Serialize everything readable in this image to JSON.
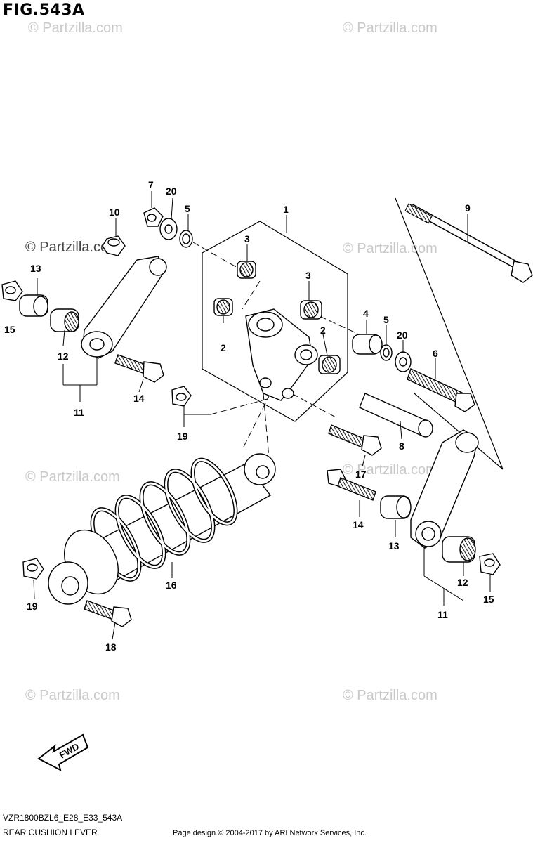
{
  "header": {
    "figure_title": "FIG.543A"
  },
  "footer": {
    "model_code": "VZR1800BZL6_E28_E33_543A",
    "section_name": "REAR CUSHION LEVER",
    "copyright": "Page design © 2004-2017 by ARI Network Services, Inc."
  },
  "watermark": {
    "text": "© Partzilla.com"
  },
  "direction_arrow": {
    "label": "FWD"
  },
  "callouts": [
    {
      "id": "1",
      "label": "1"
    },
    {
      "id": "2a",
      "label": "2"
    },
    {
      "id": "2b",
      "label": "2"
    },
    {
      "id": "3a",
      "label": "3"
    },
    {
      "id": "3b",
      "label": "3"
    },
    {
      "id": "4",
      "label": "4"
    },
    {
      "id": "5a",
      "label": "5"
    },
    {
      "id": "5b",
      "label": "5"
    },
    {
      "id": "6",
      "label": "6"
    },
    {
      "id": "7",
      "label": "7"
    },
    {
      "id": "8",
      "label": "8"
    },
    {
      "id": "9",
      "label": "9"
    },
    {
      "id": "10",
      "label": "10"
    },
    {
      "id": "11a",
      "label": "11"
    },
    {
      "id": "11b",
      "label": "11"
    },
    {
      "id": "12a",
      "label": "12"
    },
    {
      "id": "12b",
      "label": "12"
    },
    {
      "id": "13a",
      "label": "13"
    },
    {
      "id": "13b",
      "label": "13"
    },
    {
      "id": "14a",
      "label": "14"
    },
    {
      "id": "14b",
      "label": "14"
    },
    {
      "id": "15a",
      "label": "15"
    },
    {
      "id": "15b",
      "label": "15"
    },
    {
      "id": "16",
      "label": "16"
    },
    {
      "id": "17",
      "label": "17"
    },
    {
      "id": "18",
      "label": "18"
    },
    {
      "id": "19a",
      "label": "19"
    },
    {
      "id": "19b",
      "label": "19"
    },
    {
      "id": "20a",
      "label": "20"
    },
    {
      "id": "20b",
      "label": "20"
    }
  ]
}
